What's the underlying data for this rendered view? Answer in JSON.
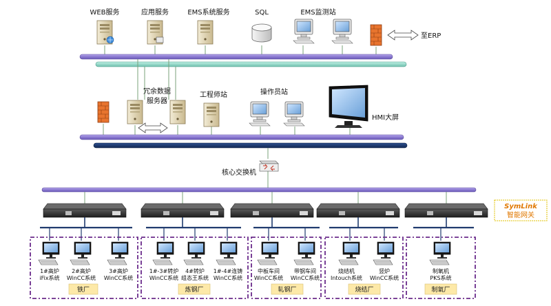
{
  "top": {
    "web_server": "WEB服务",
    "app_server": "应用服务",
    "ems_server": "EMS系统服务",
    "sql": "SQL",
    "ems_station": "EMS监测站",
    "erp": "至ERP"
  },
  "middle": {
    "redundant_server_line1": "冗余数据",
    "redundant_server_line2": "服务器",
    "engineer_station": "工程师站",
    "operator_station": "操作员站",
    "hmi_screen": "HMI大屏"
  },
  "core_switch": "核心交换机",
  "gateway": {
    "title": "SymLink",
    "subtitle": "智能网关"
  },
  "stations": [
    {
      "line1": "1#高炉",
      "line2": "iFix系统"
    },
    {
      "line1": "2#高炉",
      "line2": "WinCC系统"
    },
    {
      "line1": "3#高炉",
      "line2": "WinCC系统"
    },
    {
      "line1": "1#-3#转炉",
      "line2": "WinCC系统"
    },
    {
      "line1": "4#转炉",
      "line2": "组态王系统"
    },
    {
      "line1": "1#-4#连铸",
      "line2": "WinCC系统"
    },
    {
      "line1": "中板车间",
      "line2": "WinCC系统"
    },
    {
      "line1": "带钢车间",
      "line2": "WinCC系统"
    },
    {
      "line1": "烧结机",
      "line2": "Intouch系统"
    },
    {
      "line1": "竖炉",
      "line2": "WinCC系统"
    },
    {
      "line1": "制氧机",
      "line2": "PKS系统"
    }
  ],
  "plants": [
    "铁厂",
    "炼钢厂",
    "轧钢厂",
    "烧结厂",
    "制氧厂"
  ],
  "colors": {
    "bus_purple": "#8878c8",
    "bus_teal": "#7fcfc0",
    "bus_navy": "#1f3a6e",
    "box_border": "#6a2a8a",
    "plant_label_bg": "#fde9a8",
    "gateway_border": "#e0c000",
    "gateway_text": "#e07800"
  }
}
